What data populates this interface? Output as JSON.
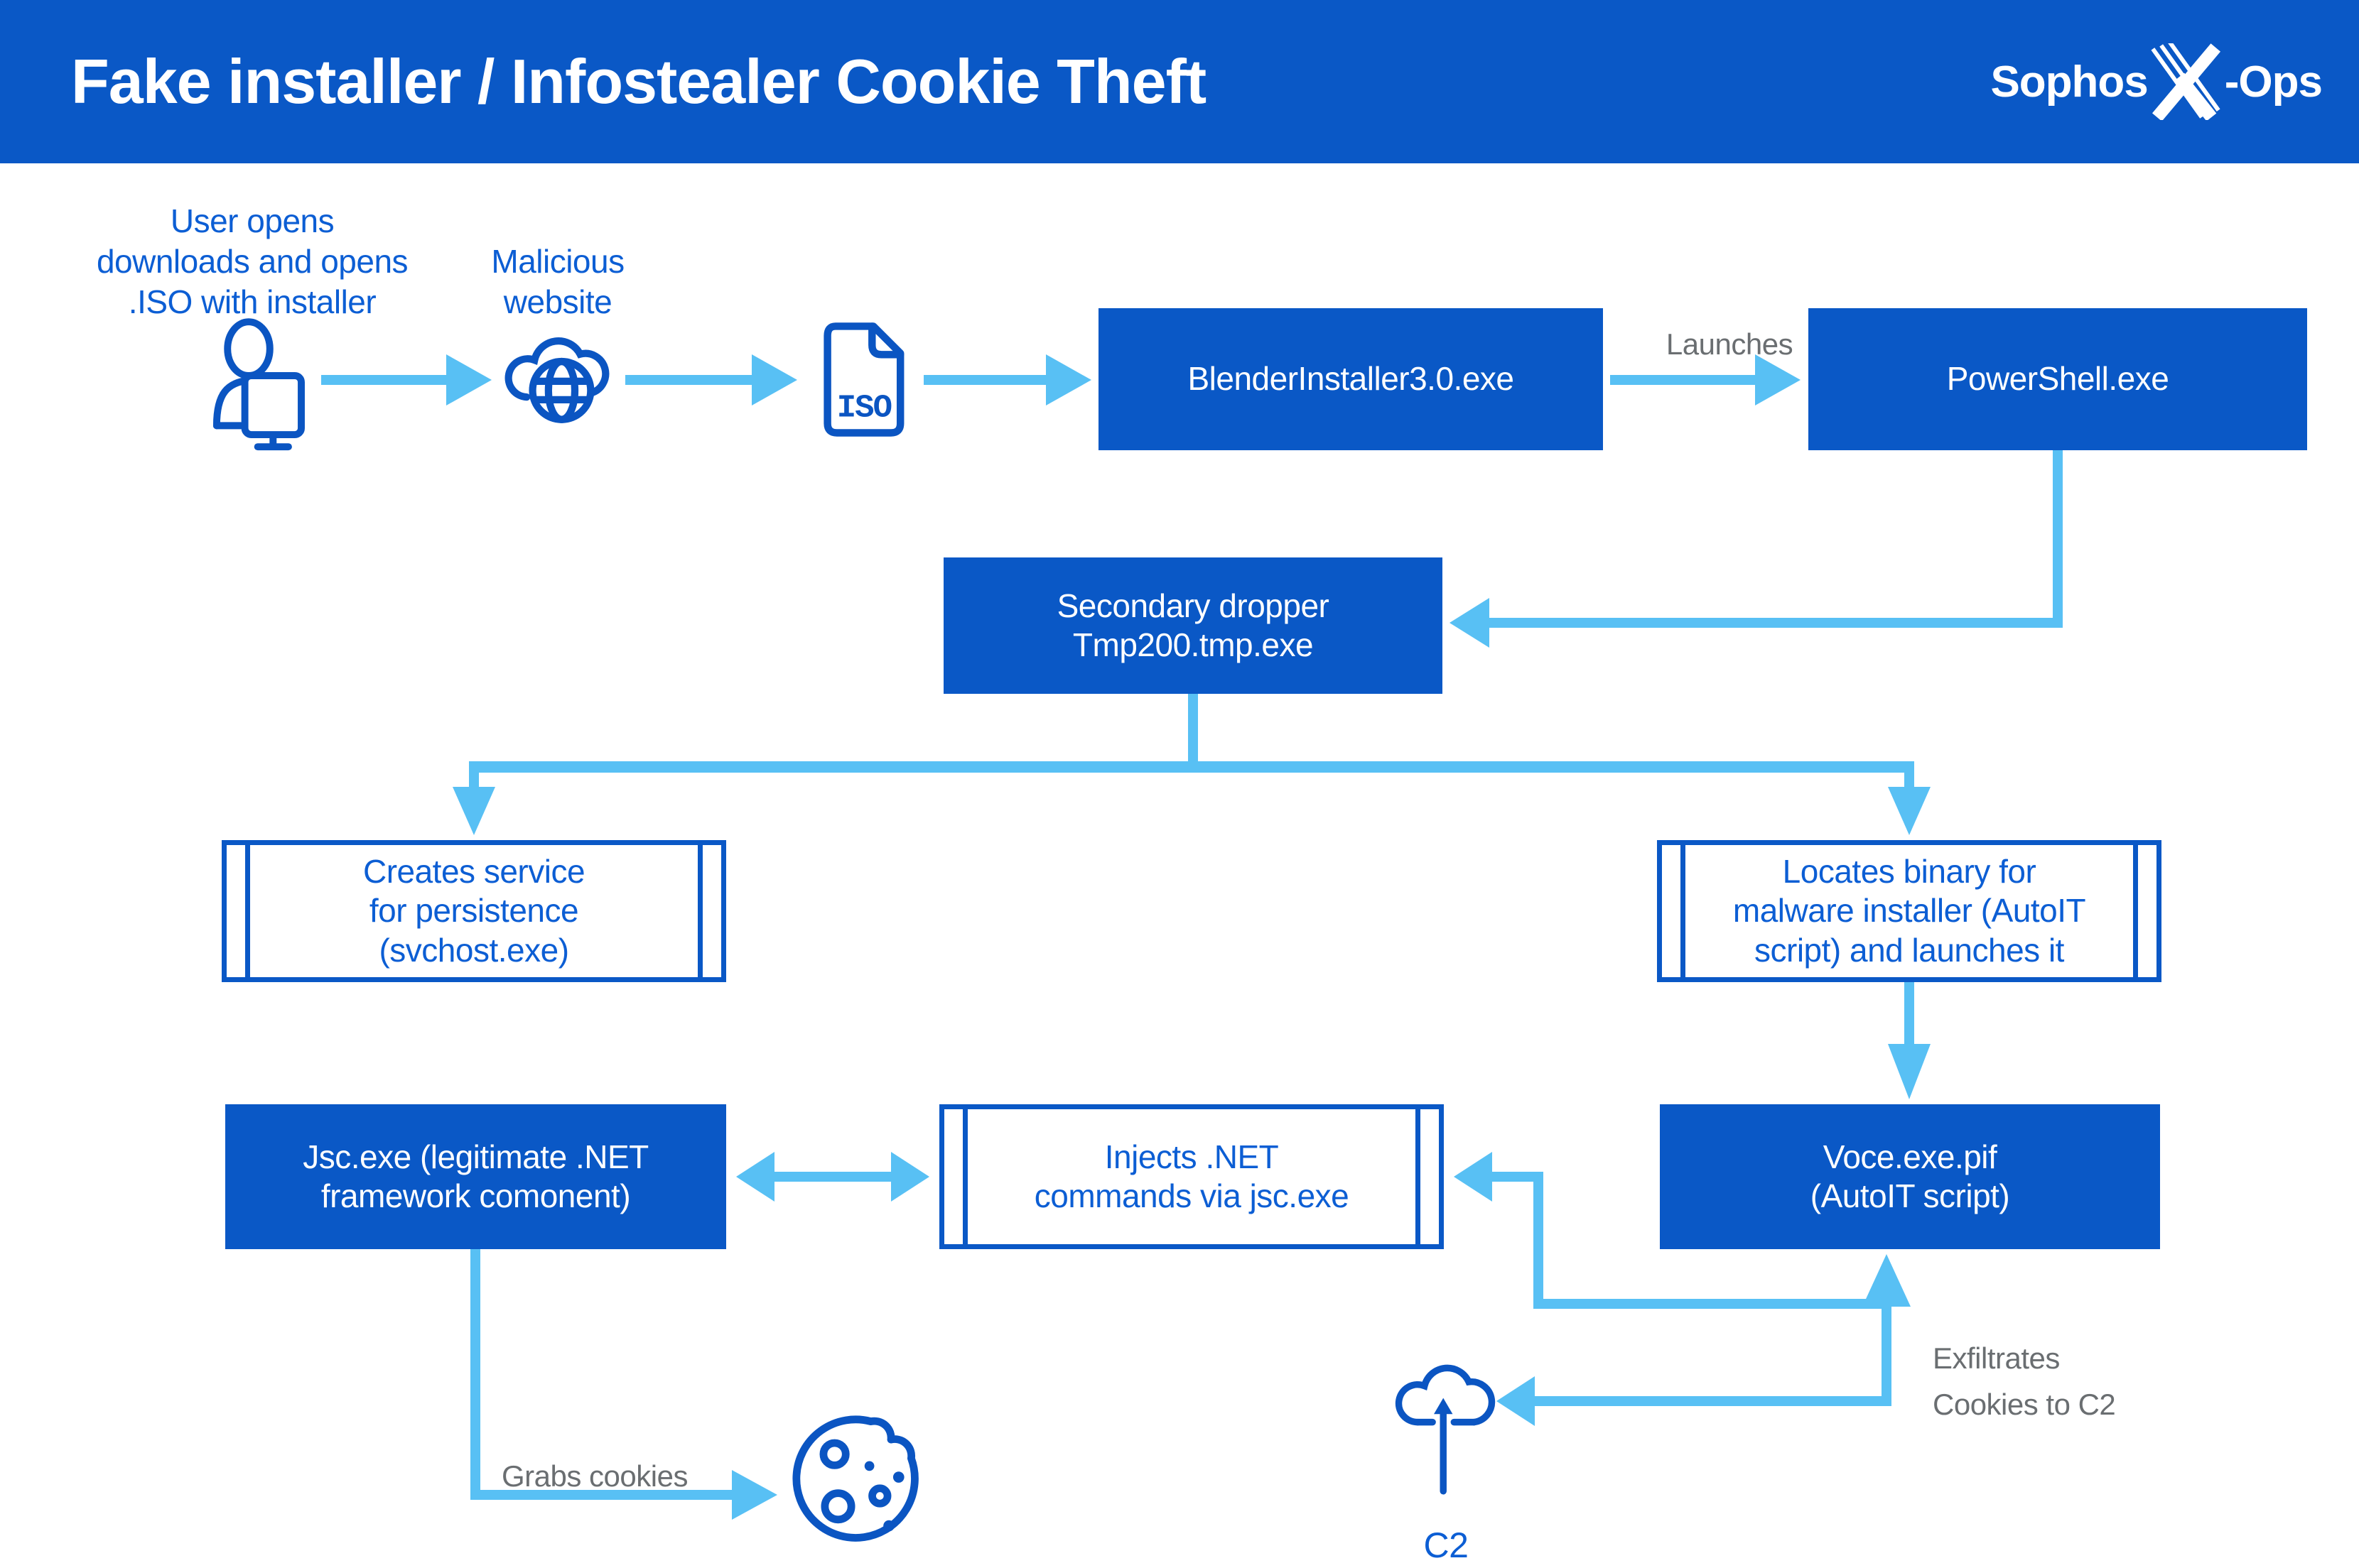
{
  "header": {
    "title": "Fake installer / Infostealer Cookie Theft",
    "logo_sophos": "Sophos",
    "logo_ops": "-Ops"
  },
  "colors": {
    "header_bg": "#0a58c6",
    "node_fill": "#0a58c6",
    "node_text": "#ffffff",
    "outline_border": "#0a58c6",
    "blue_text": "#0c5ed4",
    "arrow_light_blue": "#58c0f4",
    "gray_text": "#6a6e71",
    "icon_blue": "#0b55c2"
  },
  "icons": {
    "user": "user-monitor-icon",
    "website": "cloud-globe-icon",
    "iso": "iso-file-icon",
    "cookie": "bitten-cookie-icon",
    "c2": "cloud-upload-icon",
    "logo_x": "sophos-x-icon"
  },
  "labels": {
    "user": [
      "User opens",
      "downloads and opens",
      ".ISO with installer"
    ],
    "website": [
      "Malicious",
      "website"
    ],
    "iso_icon_text": "ISO",
    "launches": "Launches",
    "grabs_cookies": "Grabs cookies",
    "exfiltrates": [
      "Exfiltrates",
      "Cookies to C2"
    ],
    "c2": "C2"
  },
  "nodes": {
    "blender": {
      "lines": [
        "BlenderInstaller3.0.exe"
      ]
    },
    "powershell": {
      "lines": [
        "PowerShell.exe"
      ]
    },
    "secondary": {
      "lines": [
        "Secondary dropper",
        "Tmp200.tmp.exe"
      ]
    },
    "creates_service": {
      "lines": [
        "Creates service",
        "for persistence",
        "(svchost.exe)"
      ]
    },
    "locates_binary": {
      "lines": [
        "Locates binary for",
        "malware installer (AutoIT",
        "script) and launches it"
      ]
    },
    "voce": {
      "lines": [
        "Voce.exe.pif",
        "(AutoIT script)"
      ]
    },
    "jsc": {
      "lines": [
        "Jsc.exe (legitimate .NET",
        "framework comonent)"
      ]
    },
    "injects": {
      "lines": [
        "Injects .NET",
        "commands via jsc.exe"
      ]
    }
  }
}
